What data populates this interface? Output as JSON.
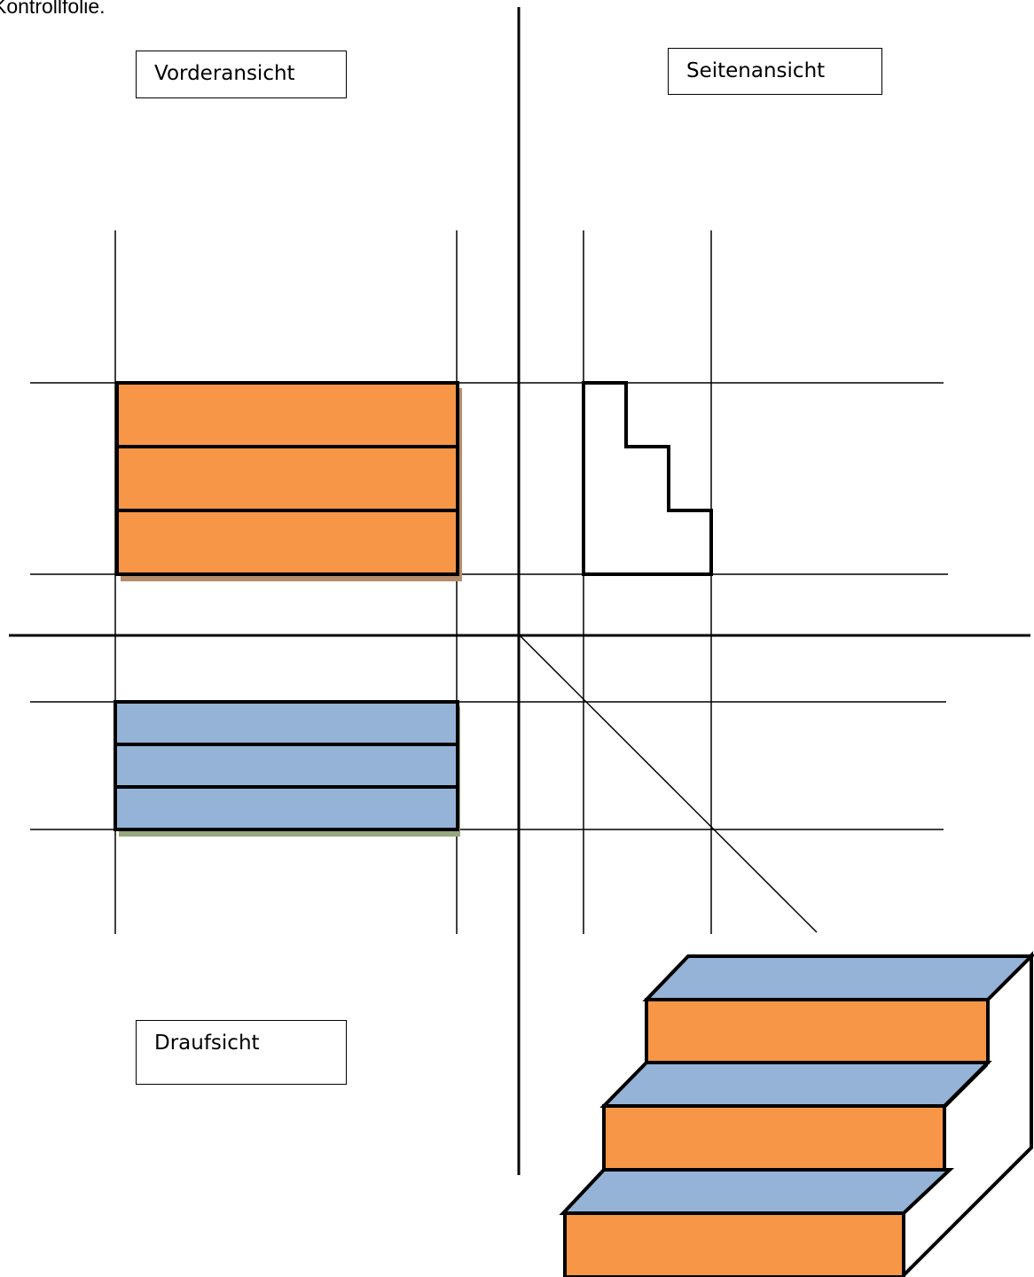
{
  "heading": "Kontrollfolie.",
  "views": {
    "front": "Vorderansicht",
    "side": "Seitenansicht",
    "top": "Draufsicht"
  },
  "colors": {
    "riser": "#F79646",
    "tread": "#95B3D7",
    "outline": "#000000",
    "shadow_orange": "#B68C6A",
    "shadow_blue": "#98A77E"
  }
}
